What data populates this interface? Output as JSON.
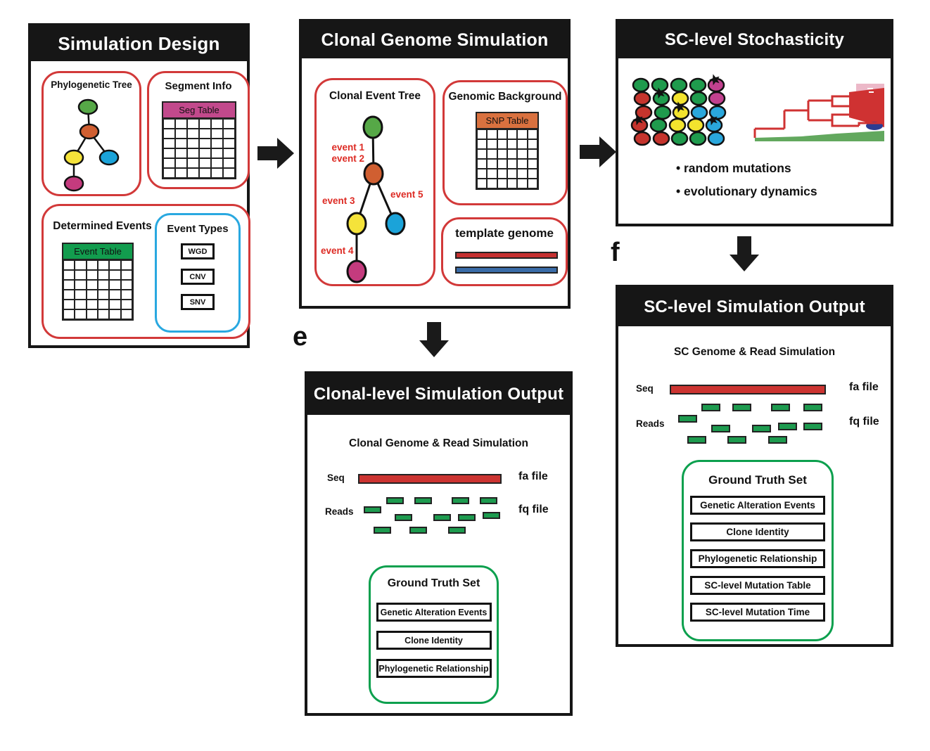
{
  "colors": {
    "header_bg": "#161616",
    "red_outline": "#d23939",
    "blue_outline": "#29a8e0",
    "green_outline": "#0ca04e",
    "event_label_red": "#dd2a23",
    "seg_table_header": "#c2498c",
    "snp_table_header": "#d9713f",
    "event_table_header": "#129c4e",
    "seq_bar_red": "#cc3431",
    "read_bar_green": "#1d9b4f",
    "template_red": "#c53030",
    "template_blue": "#3a6ca8",
    "node_green": "#56a847",
    "node_orange": "#d05f31",
    "node_yellow": "#f5e33a",
    "node_blue": "#1ba3d9",
    "node_magenta": "#c43b7e",
    "cell_red": "#c5342d",
    "cell_green": "#1f9b4d",
    "cell_yellow": "#f3e32e",
    "cell_blue": "#2aa7dc",
    "cell_magenta": "#c2418f",
    "dendro_red": "#cf3232",
    "dendro_pink": "#ecb8c8",
    "dendro_green": "#62a85e",
    "dendro_blue": "#2b3c92"
  },
  "labels": {
    "e": "e",
    "f": "f"
  },
  "panels": {
    "simulation_design": {
      "title": "Simulation Design",
      "phylogenetic_tree": {
        "title": "Phylogenetic Tree"
      },
      "segment_info": {
        "title": "Segment Info",
        "table": {
          "table_title": "Seg Table",
          "rows": 6,
          "cols": 6,
          "header_color": "seg_table_header"
        }
      },
      "determined_events": {
        "title": "Determined Events",
        "table": {
          "table_title": "Event Table",
          "rows": 6,
          "cols": 6,
          "header_color": "event_table_header"
        }
      },
      "event_types": {
        "title": "Event Types",
        "items": [
          "WGD",
          "CNV",
          "SNV"
        ]
      }
    },
    "clonal_genome_simulation": {
      "title": "Clonal Genome Simulation",
      "clonal_event_tree": {
        "title": "Clonal Event Tree",
        "events": {
          "e1": "event 1",
          "e2": "event 2",
          "e3": "event 3",
          "e4": "event 4",
          "e5": "event 5"
        }
      },
      "genomic_background": {
        "title": "Genomic Background",
        "table": {
          "table_title": "SNP Table",
          "rows": 6,
          "cols": 6,
          "header_color": "snp_table_header"
        }
      },
      "template_genome": {
        "title": "template genome"
      }
    },
    "sc_stochasticity": {
      "title": "SC-level Stochasticity",
      "bullets": [
        "random mutations",
        "evolutionary dynamics"
      ],
      "cell_grid": {
        "rows": [
          [
            "green",
            "green",
            "green",
            "green",
            "magenta"
          ],
          [
            "red",
            "green",
            "yellow",
            "green",
            "magenta"
          ],
          [
            "red",
            "green",
            "yellow",
            "blue",
            "blue"
          ],
          [
            "red",
            "green",
            "yellow",
            "yellow",
            "blue"
          ],
          [
            "red",
            "red",
            "green",
            "green",
            "blue"
          ]
        ],
        "starred": [
          [
            0,
            4
          ],
          [
            1,
            1
          ],
          [
            2,
            2
          ],
          [
            3,
            0
          ],
          [
            3,
            4
          ]
        ]
      }
    },
    "clonal_output": {
      "title": "Clonal-level Simulation Output",
      "subtitle": "Clonal Genome & Read Simulation",
      "seq_label": "Seq",
      "reads_label": "Reads",
      "fa_label": "fa file",
      "fq_label": "fq file",
      "ground_truth": {
        "title": "Ground Truth Set",
        "items": [
          "Genetic Alteration Events",
          "Clone Identity",
          "Phylogenetic Relationship"
        ]
      }
    },
    "sc_output": {
      "title": "SC-level Simulation Output",
      "subtitle": "SC Genome & Read Simulation",
      "seq_label": "Seq",
      "reads_label": "Reads",
      "fa_label": "fa file",
      "fq_label": "fq file",
      "ground_truth": {
        "title": "Ground Truth Set",
        "items": [
          "Genetic Alteration Events",
          "Clone Identity",
          "Phylogenetic Relationship",
          "SC-level Mutation Table",
          "SC-level Mutation Time"
        ]
      }
    }
  }
}
